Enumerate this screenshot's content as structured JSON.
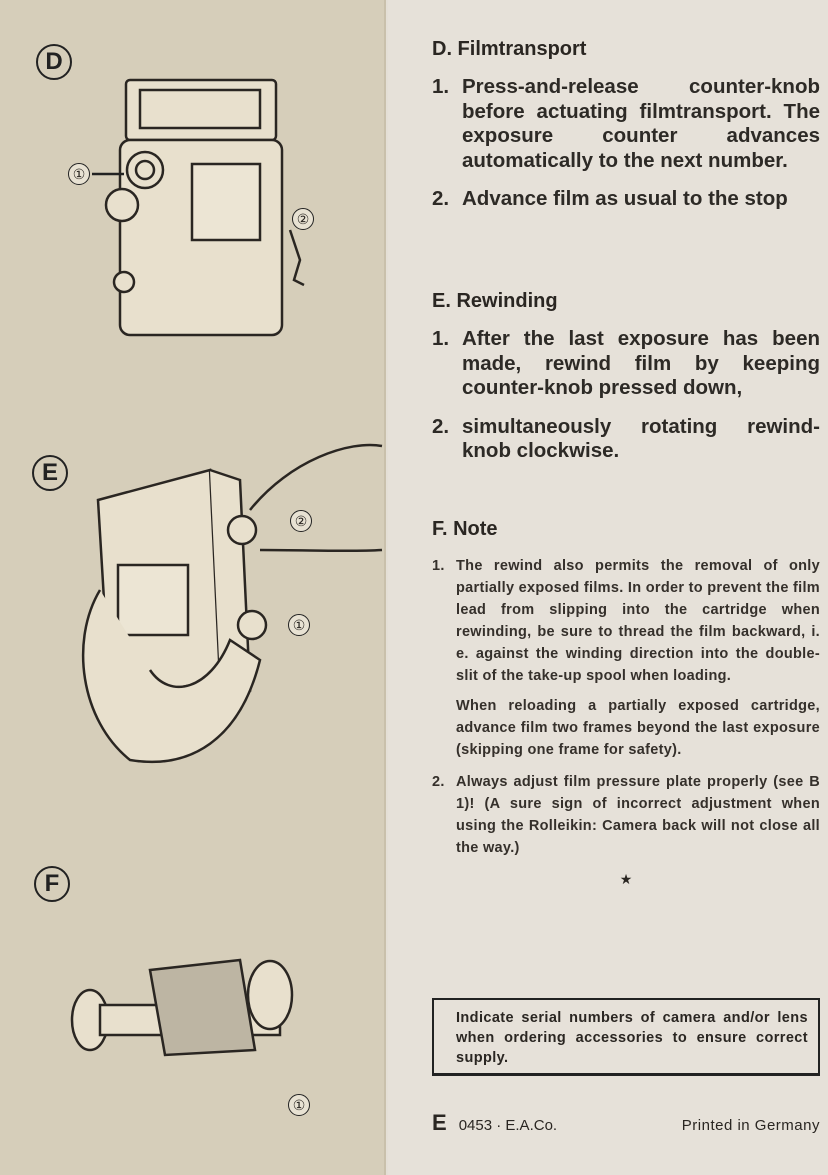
{
  "figures": {
    "D": {
      "marker": "D",
      "callouts": [
        "①",
        "②"
      ]
    },
    "E": {
      "marker": "E",
      "callouts": [
        "②",
        "①"
      ]
    },
    "F": {
      "marker": "F",
      "callouts": [
        "①"
      ]
    }
  },
  "sections": [
    {
      "heading": "D. Filmtransport",
      "items": [
        {
          "num": "1.",
          "text": "Press-and-release counter-knob before actuating filmtransport. The exposure counter advances automatically to the next number."
        },
        {
          "num": "2.",
          "text": "Advance film as usual to the stop"
        }
      ]
    },
    {
      "heading": "E. Rewinding",
      "items": [
        {
          "num": "1.",
          "text": "After the last exposure has been made, rewind film by keeping counter-knob pressed down,"
        },
        {
          "num": "2.",
          "text": "simultaneously rotating rewind-knob clockwise."
        }
      ]
    },
    {
      "heading": "F. Note",
      "items": [
        {
          "num": "1.",
          "text": "The rewind also permits the removal of only partially exposed films. In order to prevent the film lead from slipping into the cartridge when rewinding, be sure to thread the film backward, i. e. against the winding direction into the double-slit of the take-up spool when loading.",
          "text2": "When reloading a partially exposed cartridge, advance film two frames beyond the last exposure (skipping one frame for safety)."
        },
        {
          "num": "2.",
          "text": "Always adjust film pressure plate properly (see B 1)! (A sure sign of incorrect adjustment when using the Rolleikin: Camera back will not close all the way.)"
        }
      ]
    }
  ],
  "star": "★",
  "notice": "Indicate serial numbers of camera and/or lens when ordering accessories to ensure correct supply.",
  "footer": {
    "letter": "E",
    "code": "0453 · E.A.Co.",
    "printed": "Printed in Germany"
  }
}
